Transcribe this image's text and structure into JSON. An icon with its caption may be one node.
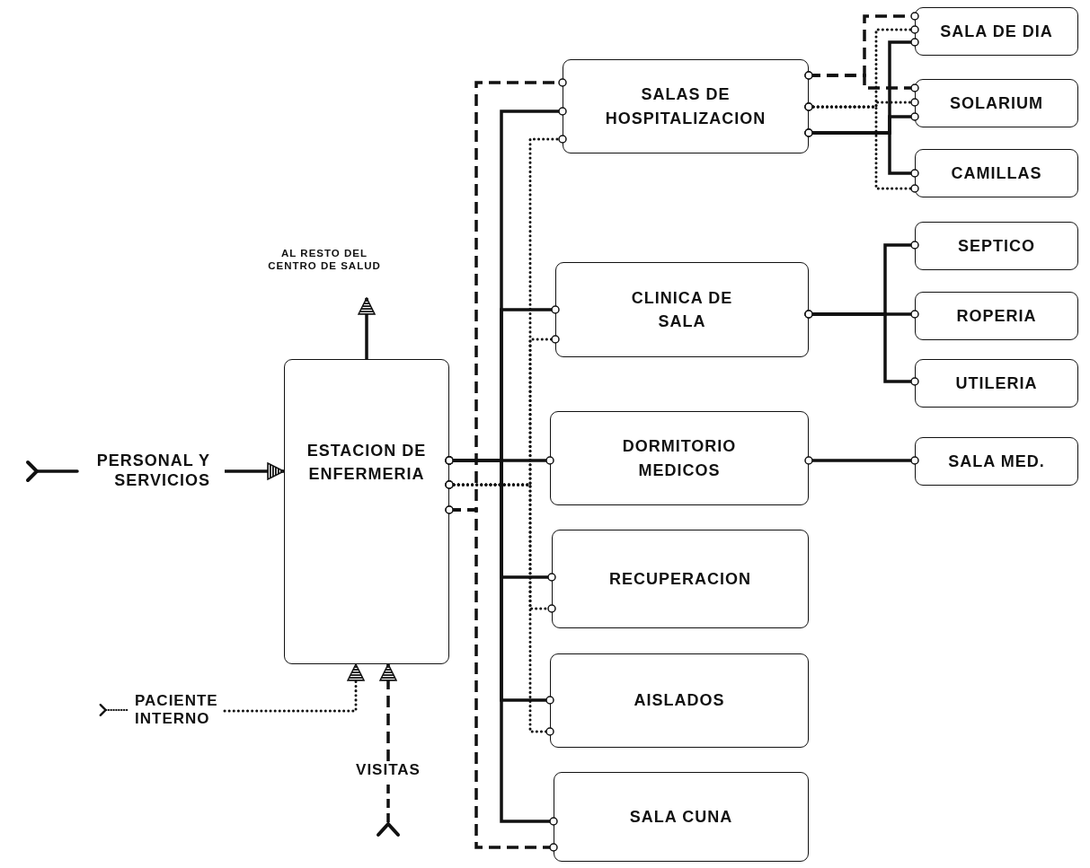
{
  "diagram": {
    "nodes": [
      {
        "text": [
          "ESTACION DE ENFERMERIA"
        ]
      },
      {
        "text": [
          "SALAS DE HOSPITALIZACION"
        ]
      },
      {
        "text": [
          "CLINICA DE SALA"
        ]
      },
      {
        "text": [
          "DORMITORIO MEDICOS"
        ]
      },
      {
        "text": [
          "RECUPERACION"
        ]
      },
      {
        "text": [
          "AISLADOS"
        ]
      },
      {
        "text": [
          "SALA CUNA"
        ]
      },
      {
        "text": [
          "SALA DE DIA"
        ]
      },
      {
        "text": [
          "SOLARIUM"
        ]
      },
      {
        "text": [
          "CAMILLAS"
        ]
      },
      {
        "text": [
          "SEPTICO"
        ]
      },
      {
        "text": [
          "ROPERIA"
        ]
      },
      {
        "text": [
          "UTILERIA"
        ]
      },
      {
        "text": [
          "SALA MED."
        ]
      },
      {
        "text": [
          "PERSONAL Y SERVICIOS"
        ]
      },
      {
        "text": [
          "PACIENTE INTERNO"
        ]
      },
      {
        "text": [
          "VISITAS"
        ]
      },
      {
        "text": [
          "AL RESTO DEL CENTRO DE SALUD"
        ]
      }
    ],
    "edges": [
      {
        "from": 0,
        "to": 1,
        "arrow": "other"
      },
      {
        "from": 0,
        "to": 2,
        "arrow": "other"
      },
      {
        "from": 0,
        "to": 3,
        "arrow": "other"
      },
      {
        "from": 0,
        "to": 4,
        "arrow": "other"
      },
      {
        "from": 0,
        "to": 5,
        "arrow": "other"
      },
      {
        "from": 0,
        "to": 6,
        "arrow": "other"
      },
      {
        "from": 0,
        "to": 1,
        "arrow": "other",
        "style": "dashed"
      },
      {
        "from": 0,
        "to": 2,
        "arrow": "other",
        "style": "dashed"
      },
      {
        "from": 0,
        "to": 4,
        "arrow": "other",
        "style": "dashed"
      },
      {
        "from": 0,
        "to": 5,
        "arrow": "other",
        "style": "dashed"
      },
      {
        "from": 0,
        "to": 1,
        "arrow": "other",
        "style": "dashed"
      },
      {
        "from": 0,
        "to": 6,
        "arrow": "other",
        "style": "dashed"
      },
      {
        "from": 1,
        "to": 7,
        "arrow": "other",
        "style": "dashed"
      },
      {
        "from": 1,
        "to": 8,
        "arrow": "other",
        "style": "dashed"
      },
      {
        "from": 1,
        "to": 7,
        "arrow": "other",
        "style": "dashed"
      },
      {
        "from": 1,
        "to": 8,
        "arrow": "other",
        "style": "dashed"
      },
      {
        "from": 1,
        "to": 9,
        "arrow": "other",
        "style": "dashed"
      },
      {
        "from": 1,
        "to": 7,
        "arrow": "other"
      },
      {
        "from": 1,
        "to": 8,
        "arrow": "other"
      },
      {
        "from": 1,
        "to": 9,
        "arrow": "other"
      },
      {
        "from": 2,
        "to": 10,
        "arrow": "other"
      },
      {
        "from": 2,
        "to": 11,
        "arrow": "other"
      },
      {
        "from": 2,
        "to": 12,
        "arrow": "other"
      },
      {
        "from": 3,
        "to": 13,
        "arrow": "other"
      },
      {
        "from": 14,
        "to": 0,
        "arrow": "to"
      },
      {
        "from": 15,
        "to": 0,
        "arrow": "to",
        "style": "dashed"
      },
      {
        "from": 16,
        "to": 0,
        "arrow": "to",
        "style": "dashed"
      },
      {
        "from": 0,
        "to": 17,
        "arrow": "to"
      }
    ]
  }
}
